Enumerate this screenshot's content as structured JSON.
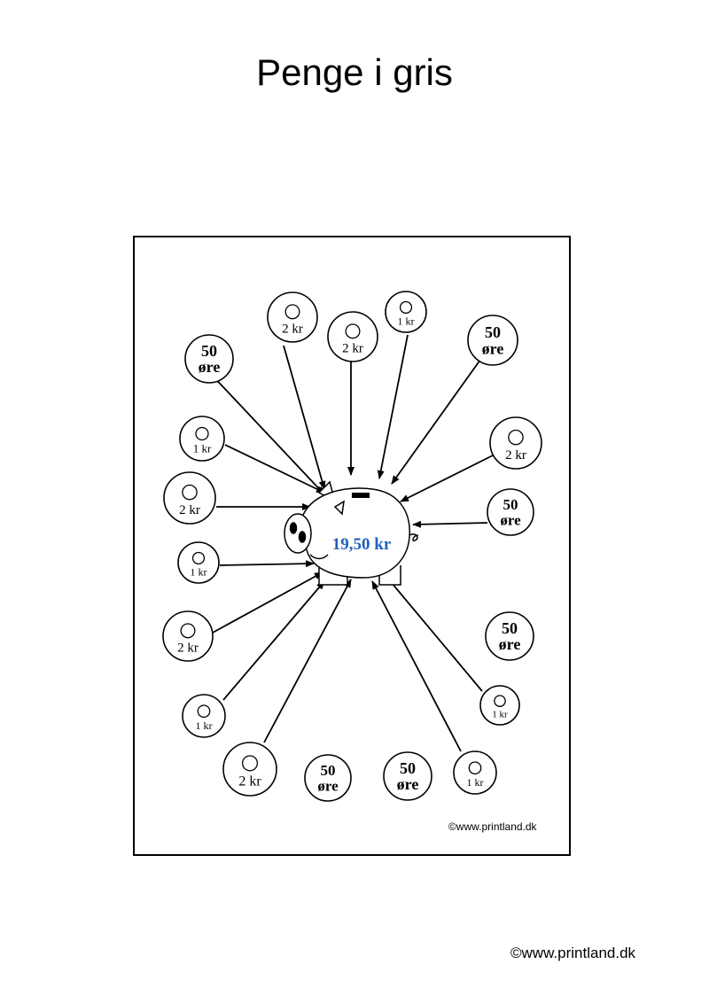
{
  "page": {
    "title": "Penge i gris",
    "footer_credit": "©www.printland.dk"
  },
  "worksheet": {
    "credit": "©www.printland.dk",
    "total": "19,50 kr",
    "total_color": "#1f5fbf",
    "coins": [
      {
        "value": "50\nøre",
        "kind": "ore",
        "arrow": true
      },
      {
        "value": "2 kr",
        "kind": "kr",
        "arrow": true
      },
      {
        "value": "2 kr",
        "kind": "kr",
        "arrow": true
      },
      {
        "value": "1 kr",
        "kind": "kr",
        "arrow": true
      },
      {
        "value": "50\nøre",
        "kind": "ore",
        "arrow": true
      },
      {
        "value": "1 kr",
        "kind": "kr",
        "arrow": true
      },
      {
        "value": "2 kr",
        "kind": "kr",
        "arrow": true
      },
      {
        "value": "2 kr",
        "kind": "kr",
        "arrow": true
      },
      {
        "value": "50\nøre",
        "kind": "ore",
        "arrow": true
      },
      {
        "value": "1 kr",
        "kind": "kr",
        "arrow": true
      },
      {
        "value": "2 kr",
        "kind": "kr",
        "arrow": true
      },
      {
        "value": "50\nøre",
        "kind": "ore",
        "arrow": false
      },
      {
        "value": "1 kr",
        "kind": "kr",
        "arrow": true
      },
      {
        "value": "1 kr",
        "kind": "kr",
        "arrow": true
      },
      {
        "value": "2 kr",
        "kind": "kr",
        "arrow": true
      },
      {
        "value": "50\nøre",
        "kind": "ore",
        "arrow": false
      },
      {
        "value": "50\nøre",
        "kind": "ore",
        "arrow": false
      },
      {
        "value": "1 kr",
        "kind": "kr",
        "arrow": true
      }
    ]
  }
}
